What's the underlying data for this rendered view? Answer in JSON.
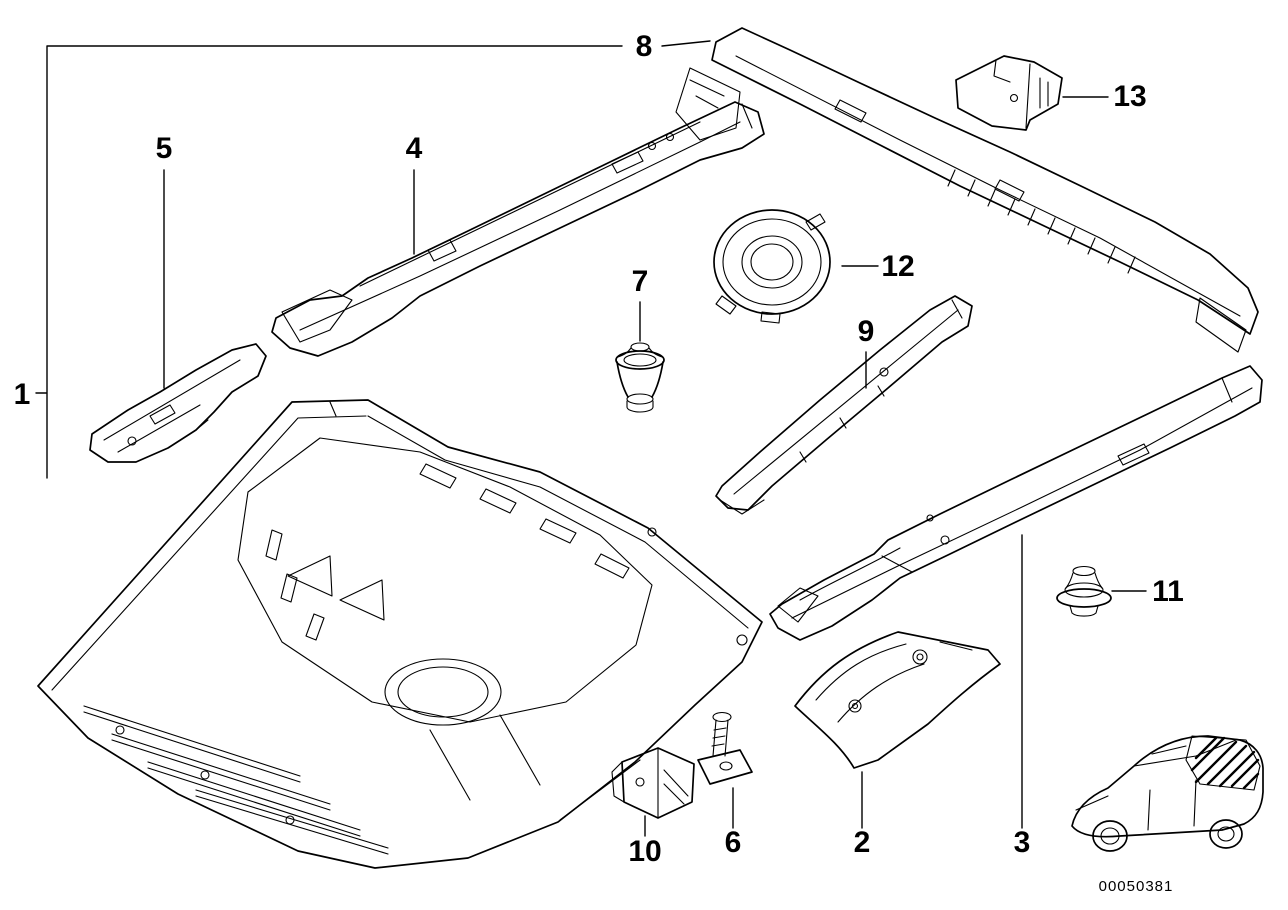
{
  "diagram": {
    "doc_number": "00050381",
    "callouts": [
      {
        "num": "1"
      },
      {
        "num": "2"
      },
      {
        "num": "3"
      },
      {
        "num": "4"
      },
      {
        "num": "5"
      },
      {
        "num": "6"
      },
      {
        "num": "7"
      },
      {
        "num": "8"
      },
      {
        "num": "9"
      },
      {
        "num": "10"
      },
      {
        "num": "11"
      },
      {
        "num": "12"
      },
      {
        "num": "13"
      }
    ],
    "colors": {
      "line": "#000000",
      "background": "#ffffff"
    },
    "icons": {
      "car_inset": "car-location-thumbnail"
    }
  }
}
